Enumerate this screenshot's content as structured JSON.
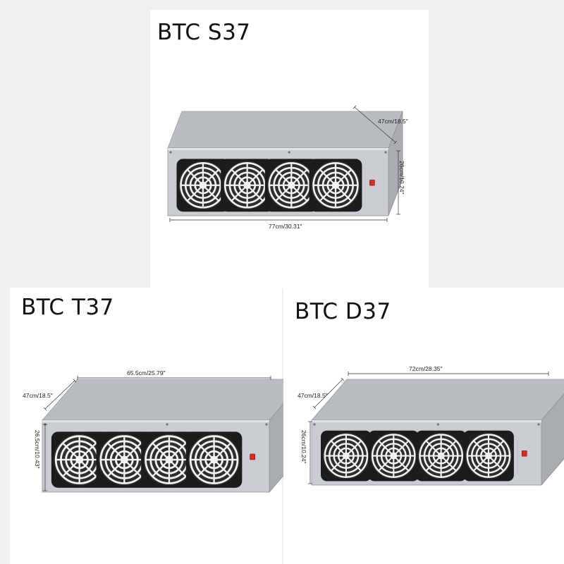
{
  "products": [
    {
      "model": "BTC S37",
      "width": "77cm/30.31″",
      "depth": "47cm/18.5″",
      "height": "26cm/10.24″"
    },
    {
      "model": "BTC T37",
      "width": "65.5cm/25.79″",
      "depth": "47cm/18.5″",
      "height": "26.5cm/10.43″"
    },
    {
      "model": "BTC D37",
      "width": "72cm/28.35″",
      "depth": "47cm/18.5″",
      "height": "26cm/10.24″"
    }
  ],
  "colors": {
    "chassis_top": "#b9bcc0",
    "chassis_front": "#c9ccd0",
    "fan_housing": "#1c1c1c",
    "fan_grill": "#f2f2f2",
    "power_switch": "#d42a1f"
  },
  "icons": {
    "fan": "fan-icon",
    "power_switch": "power-switch-icon"
  }
}
